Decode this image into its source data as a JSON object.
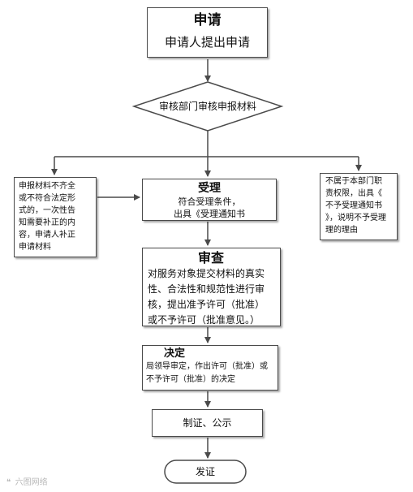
{
  "flow": {
    "apply": {
      "title": "申请",
      "subtitle": "申请人提出申请"
    },
    "verify": {
      "label": "审核部门审核申报材料"
    },
    "accept": {
      "title": "受理",
      "lines": [
        "符合受理条件，",
        "出具《受理通知书"
      ]
    },
    "incomplete": {
      "lines": [
        "申报材料不齐全",
        "或不符合法定形",
        "式的，一次性告",
        "知需要补正的内",
        "容，申请人补正",
        "申请材料"
      ]
    },
    "out_of_scope": {
      "lines": [
        "不属于本部门职",
        "责权限，出具《",
        "不予受理通知书",
        "》，说明不予受理",
        "理的理由"
      ]
    },
    "review": {
      "title": "审查",
      "lines": [
        "对服务对象提交材料的真实",
        "性、合法性和规范性进行审",
        "核，提出准予许可（批准）",
        "或不予许可（批准意见。）"
      ]
    },
    "decide": {
      "title": "决定",
      "lines": [
        "局领导审定，作出许可（批准）或",
        "不予许可（批准）的决定"
      ]
    },
    "certify": {
      "label": "制证、公示"
    },
    "issue": {
      "label": "发证"
    }
  },
  "colors": {
    "line": "#4a4a4a",
    "border": "#4a4a4a",
    "watermark": "#b9b9b9"
  },
  "watermark": {
    "icon": "quote-logo-icon",
    "text": "六图网络"
  }
}
